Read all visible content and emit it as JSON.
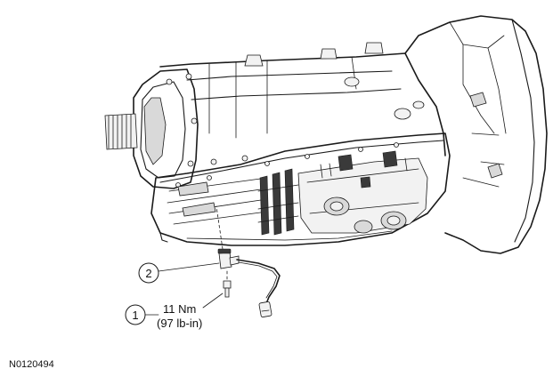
{
  "callouts": [
    {
      "number": "1"
    },
    {
      "number": "2"
    }
  ],
  "torque": {
    "line1": "11 Nm",
    "line2": "(97 lb-in)"
  },
  "figure_id": "N0120494",
  "colors": {
    "line": "#1a1a1a",
    "shade": "#d9d9d9",
    "background": "#ffffff"
  }
}
